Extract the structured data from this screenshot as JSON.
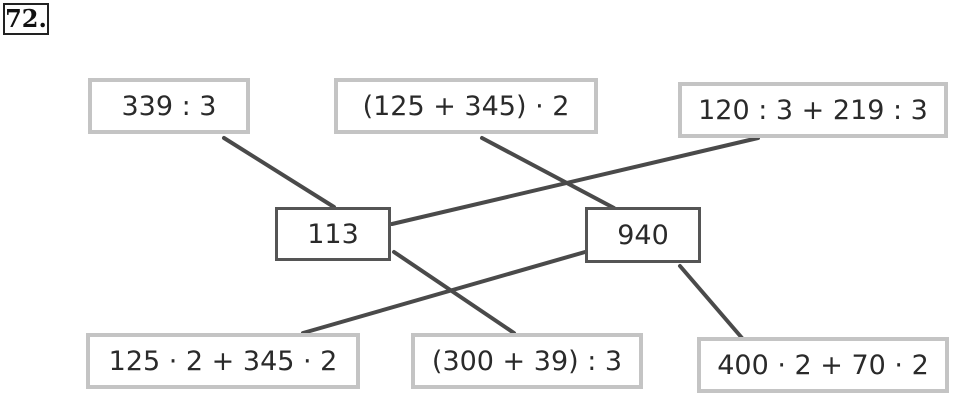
{
  "exercise": {
    "number": "72."
  },
  "expressions": {
    "e1": "339 : 3",
    "e2": "(125 + 345) · 2",
    "e3": "120 : 3 + 219 : 3",
    "e4": "125 · 2 + 345 · 2",
    "e5": "(300 + 39) : 3",
    "e6": "400 · 2 + 70 · 2"
  },
  "results": {
    "r1": "113",
    "r2": "940"
  },
  "connections": [
    {
      "from": "339 : 3",
      "to": "113"
    },
    {
      "from": "120 : 3 + 219 : 3",
      "to": "113"
    },
    {
      "from": "(300 + 39) : 3",
      "to": "113"
    },
    {
      "from": "(125 + 345) · 2",
      "to": "940"
    },
    {
      "from": "125 · 2 + 345 · 2",
      "to": "940"
    },
    {
      "from": "400 · 2 + 70 · 2",
      "to": "940"
    }
  ],
  "colors": {
    "line": "#4a4a4a",
    "expression_border": "#c4c4c4",
    "result_border": "#555555"
  }
}
